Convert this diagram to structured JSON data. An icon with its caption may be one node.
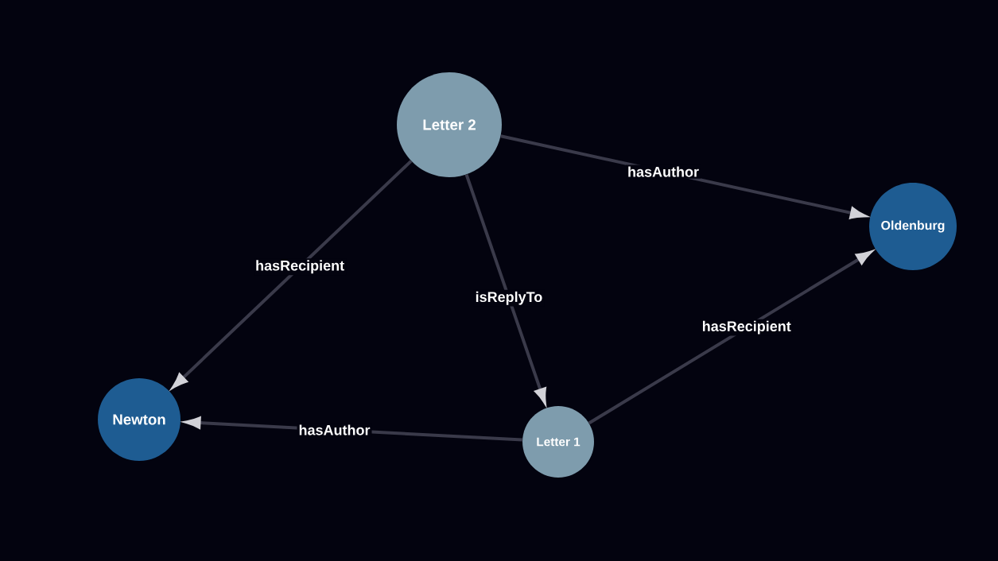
{
  "diagram": {
    "nodes": [
      {
        "text": [
          "Letter 2"
        ]
      },
      {
        "text": [
          "Oldenburg"
        ]
      },
      {
        "text": [
          "Newton"
        ]
      },
      {
        "text": [
          "Letter 1"
        ]
      }
    ],
    "edges": [
      {
        "from": 0,
        "to": 1,
        "arrow": "to",
        "label": "hasAuthor"
      },
      {
        "from": 0,
        "to": 2,
        "arrow": "to",
        "label": "hasRecipient"
      },
      {
        "from": 0,
        "to": 3,
        "arrow": "to",
        "label": "isReplyTo"
      },
      {
        "from": 3,
        "to": 1,
        "arrow": "to",
        "label": "hasRecipient"
      },
      {
        "from": 3,
        "to": 2,
        "arrow": "to",
        "label": "hasAuthor"
      }
    ]
  }
}
